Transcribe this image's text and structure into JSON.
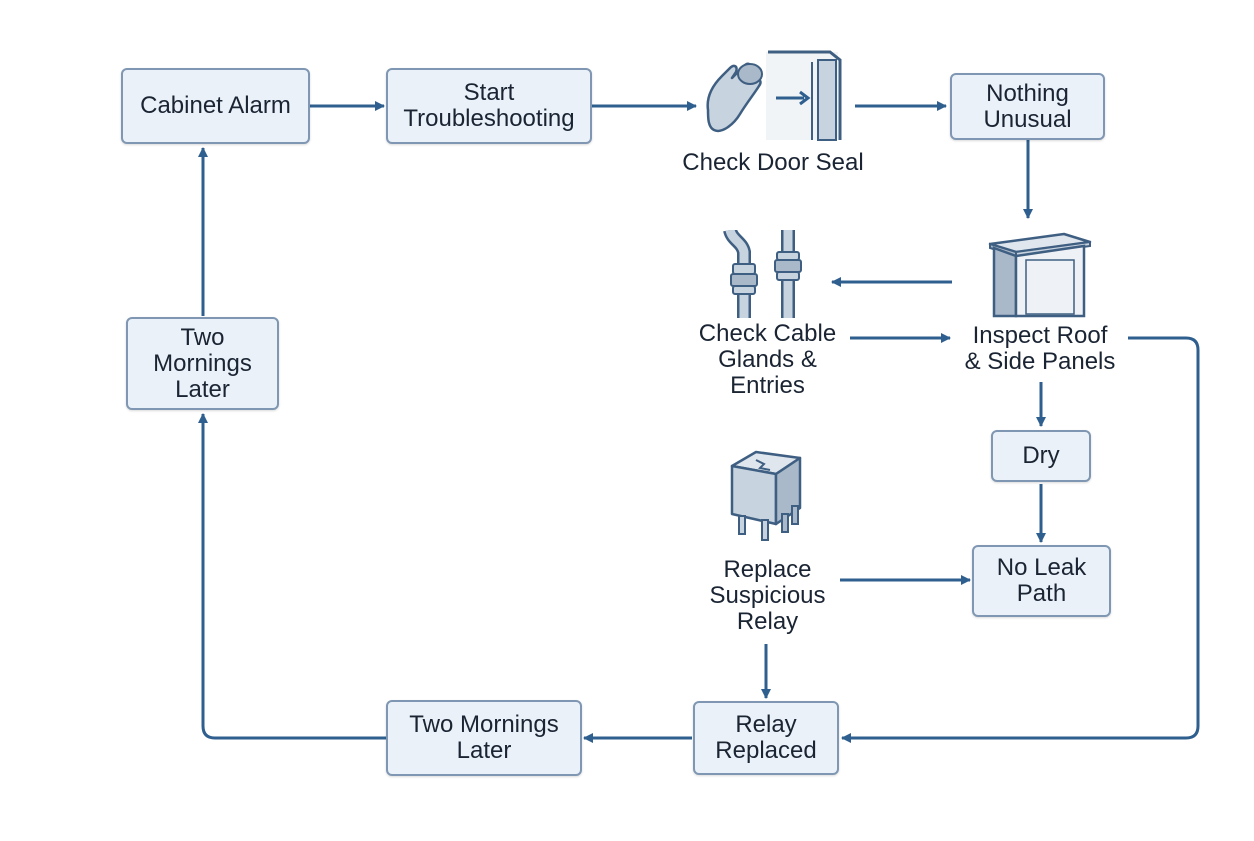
{
  "colors": {
    "line": "#2e5f8e",
    "box_fill": "#eaf1f8",
    "box_border": "#7f97b3",
    "icon_fill": "#c7d3df",
    "icon_stroke": "#3f5f82"
  },
  "nodes": {
    "cabinet_alarm": "Cabinet Alarm",
    "start_troubleshooting": "Start\nTroubleshooting",
    "check_door_seal": "Check Door Seal",
    "nothing_unusual": "Nothing\nUnusual",
    "inspect_roof": "Inspect Roof\n& Side Panels",
    "check_cable_glands": "Check Cable\nGlands &\nEntries",
    "dry": "Dry",
    "no_leak_path": "No Leak\nPath",
    "replace_relay": "Replace\nSuspicious\nRelay",
    "relay_replaced": "Relay\nReplaced",
    "two_mornings_bottom": "Two Mornings\nLater",
    "two_mornings_left": "Two\nMornings\nLater"
  },
  "icons": {
    "door_seal": "hand-door-icon",
    "cable_glands": "cable-gland-icon",
    "cabinet": "cabinet-icon",
    "relay": "relay-icon"
  }
}
